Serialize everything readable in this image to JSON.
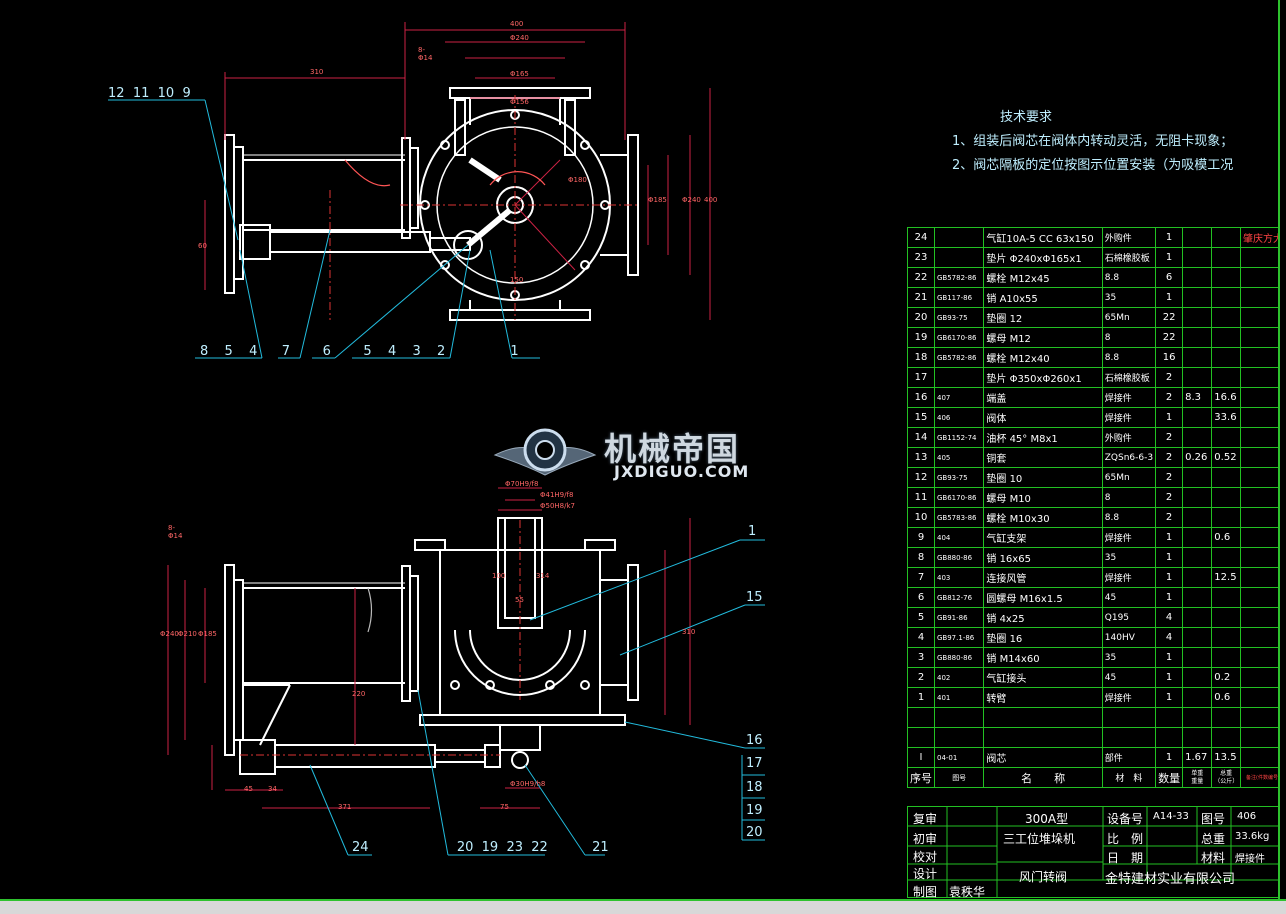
{
  "tech_requirements": {
    "title": "技术要求",
    "items": [
      "1、组装后阀芯在阀体内转动灵活，无阻卡现象；",
      "2、阀芯隔板的定位按图示位置安装（为吸模工况"
    ]
  },
  "top_view": {
    "dims": [
      "400",
      "310",
      "Φ240",
      "Φ165",
      "Φ156",
      "Φ180",
      "Φ185",
      "Φ240",
      "400",
      "150",
      "60",
      "8-Φ14"
    ],
    "balloons_top": [
      "12",
      "11",
      "10",
      "9"
    ],
    "balloons_bottom": [
      "8",
      "5",
      "4",
      "7",
      "6",
      "5",
      "4",
      "3",
      "2",
      "1"
    ]
  },
  "front_view": {
    "dims": [
      "Φ70H9/f8",
      "Φ41H9/f8",
      "Φ50H8/k7",
      "8-Φ14",
      "Φ240",
      "Φ210",
      "Φ185",
      "310",
      "100",
      "55",
      "314",
      "220",
      "45",
      "34",
      "371",
      "75",
      "Φ30H9/h8"
    ],
    "balloons_right": [
      "1",
      "15",
      "16",
      "17",
      "18",
      "19",
      "20"
    ],
    "balloons_bottom": [
      "24",
      "20",
      "19",
      "23",
      "22",
      "21"
    ]
  },
  "watermark": {
    "cn": "机械帝国",
    "en": "JXDIGUO.COM"
  },
  "bom": {
    "rows": [
      [
        "24",
        "",
        "气缸10A-5 CC 63x150",
        "外购件",
        "1",
        "",
        "",
        "肇庆方大"
      ],
      [
        "23",
        "",
        "垫片 Φ240xΦ165x1",
        "石棉橡胶板",
        "1",
        "",
        "",
        ""
      ],
      [
        "22",
        "GB5782-86",
        "螺栓 M12x45",
        "8.8",
        "6",
        "",
        "",
        ""
      ],
      [
        "21",
        "GB117-86",
        "销 A10x55",
        "35",
        "1",
        "",
        "",
        ""
      ],
      [
        "20",
        "GB93-75",
        "垫圈 12",
        "65Mn",
        "22",
        "",
        "",
        ""
      ],
      [
        "19",
        "GB6170-86",
        "螺母 M12",
        "8",
        "22",
        "",
        "",
        ""
      ],
      [
        "18",
        "GB5782-86",
        "螺栓 M12x40",
        "8.8",
        "16",
        "",
        "",
        ""
      ],
      [
        "17",
        "",
        "垫片 Φ350xΦ260x1",
        "石棉橡胶板",
        "2",
        "",
        "",
        ""
      ],
      [
        "16",
        "407",
        "端盖",
        "焊接件",
        "2",
        "8.3",
        "16.6",
        ""
      ],
      [
        "15",
        "406",
        "阀体",
        "焊接件",
        "1",
        "",
        "33.6",
        ""
      ],
      [
        "14",
        "GB1152-74",
        "油杯 45° M8x1",
        "外购件",
        "2",
        "",
        "",
        ""
      ],
      [
        "13",
        "405",
        "铜套",
        "ZQSn6-6-3",
        "2",
        "0.26",
        "0.52",
        ""
      ],
      [
        "12",
        "GB93-75",
        "垫圈 10",
        "65Mn",
        "2",
        "",
        "",
        ""
      ],
      [
        "11",
        "GB6170-86",
        "螺母 M10",
        "8",
        "2",
        "",
        "",
        ""
      ],
      [
        "10",
        "GB5783-86",
        "螺栓 M10x30",
        "8.8",
        "2",
        "",
        "",
        ""
      ],
      [
        "9",
        "404",
        "气缸支架",
        "焊接件",
        "1",
        "",
        "0.6",
        ""
      ],
      [
        "8",
        "GB880-86",
        "销 16x65",
        "35",
        "1",
        "",
        "",
        ""
      ],
      [
        "7",
        "403",
        "连接风管",
        "焊接件",
        "1",
        "",
        "12.5",
        ""
      ],
      [
        "6",
        "GB812-76",
        "圆螺母 M16x1.5",
        "45",
        "1",
        "",
        "",
        ""
      ],
      [
        "5",
        "GB91-86",
        "销 4x25",
        "Q195",
        "4",
        "",
        "",
        ""
      ],
      [
        "4",
        "GB97.1-86",
        "垫圈 16",
        "140HV",
        "4",
        "",
        "",
        ""
      ],
      [
        "3",
        "GB880-86",
        "销 M14x60",
        "35",
        "1",
        "",
        "",
        ""
      ],
      [
        "2",
        "402",
        "气缸接头",
        "45",
        "1",
        "",
        "0.2",
        ""
      ],
      [
        "1",
        "401",
        "转臂",
        "焊接件",
        "1",
        "",
        "0.6",
        ""
      ],
      [
        "",
        "",
        "",
        "",
        "",
        "",
        "",
        ""
      ],
      [
        "",
        "",
        "",
        "",
        "",
        "",
        "",
        ""
      ],
      [
        "I",
        "04-01",
        "阀芯",
        "部件",
        "1",
        "1.67",
        "13.5",
        ""
      ]
    ],
    "header": {
      "seq": "序号",
      "code": "图号",
      "name": "名　　称",
      "material": "材　料",
      "qty": "数量",
      "unit_wt": "单重",
      "unit_kg": "重量",
      "total": "总重",
      "total_kg": "（公斤）",
      "note": "备注(件数编号)"
    }
  },
  "title_block": {
    "review": "复审",
    "first_review": "初审",
    "proofread": "校对",
    "design": "设计",
    "draw": "制图",
    "drafter": "袁秩华",
    "model": "300A型",
    "machine": "三工位堆垛机",
    "part": "风门转阀",
    "equip_label": "设备号",
    "equip_no": "A14-33",
    "drawing_label": "图号",
    "drawing_no": "406",
    "scale_label": "比　例",
    "weight_label": "总重",
    "weight": "33.6kg",
    "date_label": "日　期",
    "material_label": "材料",
    "material": "焊接件",
    "company": "金特建材实业有限公司"
  }
}
